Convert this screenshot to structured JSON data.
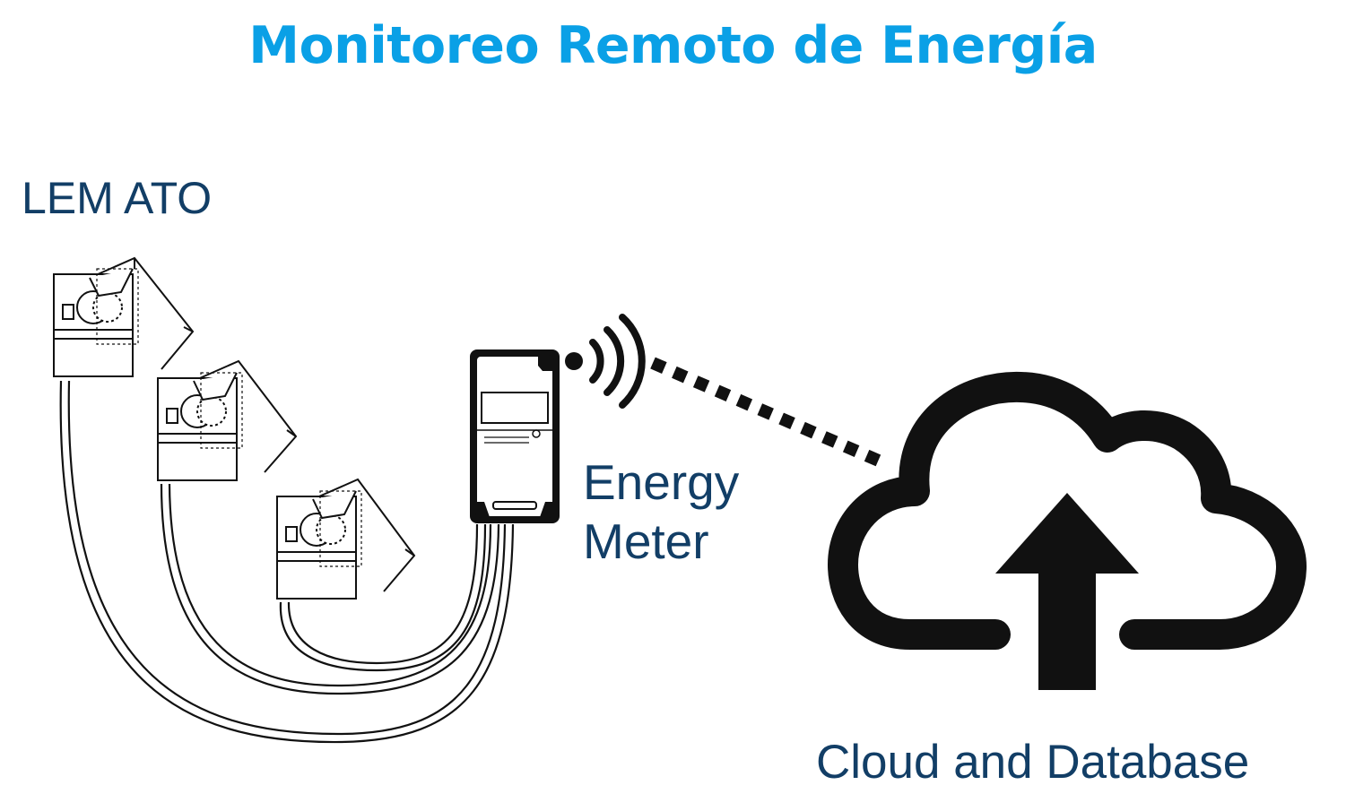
{
  "title": "Monitoreo Remoto de Energía",
  "labels": {
    "sensors": "LEM ATO",
    "meter_line1": "Energy",
    "meter_line2": "Meter",
    "cloud": "Cloud and Database"
  },
  "colors": {
    "title": "#0aa0e6",
    "labels": "#123e66",
    "line_art": "#111111"
  },
  "icons": {
    "sensors": "current-transformer-clamp-icon",
    "meter": "energy-meter-device-icon",
    "signal": "wireless-signal-icon",
    "link": "dotted-connection-line",
    "cloud": "cloud-upload-icon"
  }
}
